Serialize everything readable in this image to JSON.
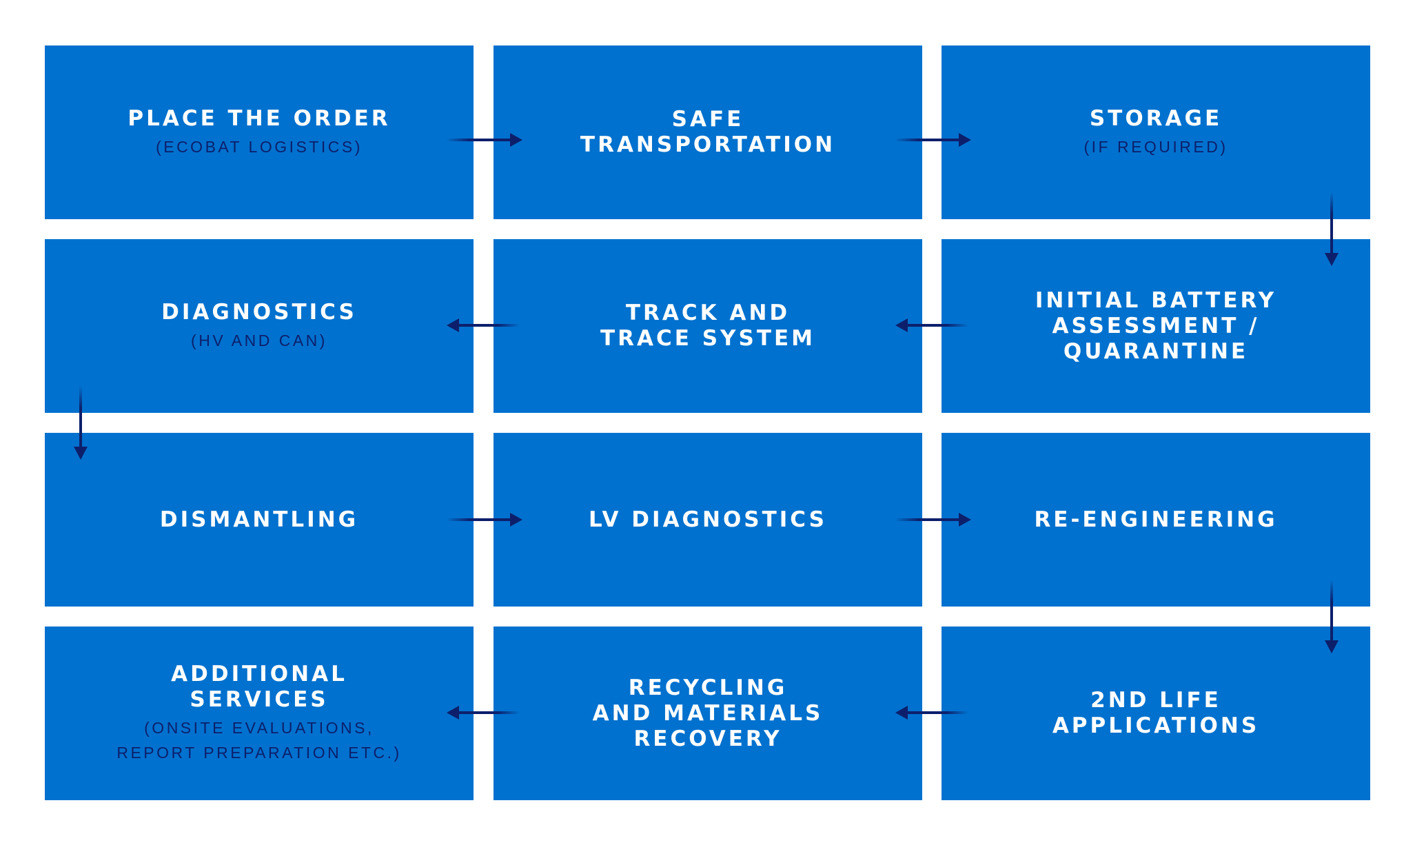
{
  "colors": {
    "box_fill": "#0071ce",
    "title_text": "#ffffff",
    "subtitle_text": "#0d1f6b",
    "arrow": "#0d1f6b"
  },
  "steps": [
    {
      "title": "PLACE THE ORDER",
      "subtitle": "(ECOBAT LOGISTICS)"
    },
    {
      "title": "SAFE\nTRANSPORTATION",
      "subtitle": ""
    },
    {
      "title": "STORAGE",
      "subtitle": "(IF REQUIRED)"
    },
    {
      "title": "DIAGNOSTICS",
      "subtitle": "(HV AND CAN)"
    },
    {
      "title": "TRACK AND\nTRACE SYSTEM",
      "subtitle": ""
    },
    {
      "title": "INITIAL BATTERY\nASSESSMENT /\nQUARANTINE",
      "subtitle": ""
    },
    {
      "title": "DISMANTLING",
      "subtitle": ""
    },
    {
      "title": "LV DIAGNOSTICS",
      "subtitle": ""
    },
    {
      "title": "RE-ENGINEERING",
      "subtitle": ""
    },
    {
      "title": "ADDITIONAL\nSERVICES",
      "subtitle": "(ONSITE EVALUATIONS,\nREPORT PREPARATION ETC.)"
    },
    {
      "title": "RECYCLING\nAND MATERIALS\nRECOVERY",
      "subtitle": ""
    },
    {
      "title": "2ND LIFE\nAPPLICATIONS",
      "subtitle": ""
    }
  ]
}
